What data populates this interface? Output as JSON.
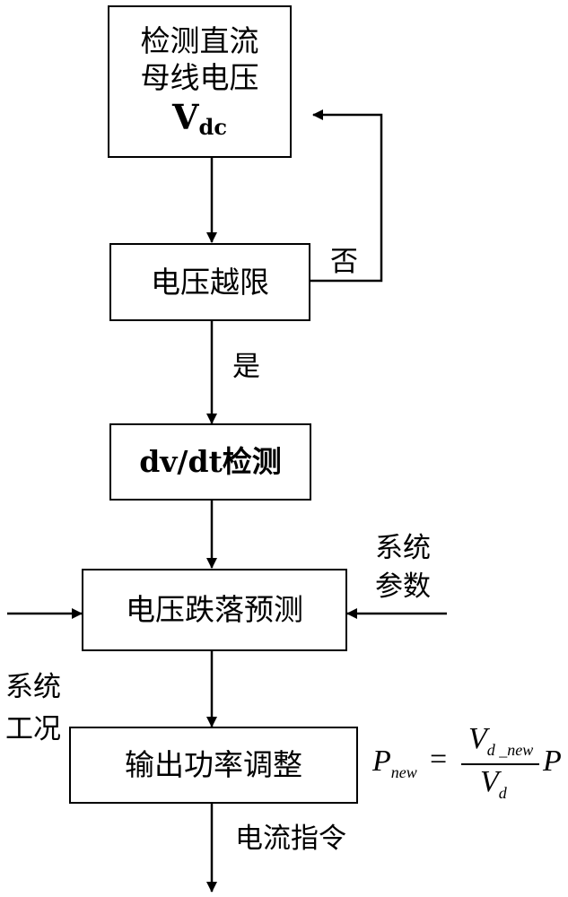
{
  "nodes": {
    "detect_vdc": {
      "line1": "检测直流",
      "line2": "母线电压",
      "var": "V",
      "var_sub": "dc"
    },
    "voltage_limit": {
      "label": "电压越限"
    },
    "dvdt": {
      "label": "dv/dt检测"
    },
    "drop_predict": {
      "label": "电压跌落预测"
    },
    "power_adjust": {
      "label": "输出功率调整"
    }
  },
  "edge_labels": {
    "no": "否",
    "yes": "是",
    "system_params_1": "系统",
    "system_params_2": "参数",
    "system_cond_1": "系统",
    "system_cond_2": "工况",
    "current_cmd": "电流指令"
  },
  "formula": {
    "lhs": "P",
    "lhs_sub": "new",
    "eq": "=",
    "num": "V",
    "num_sub": "d _new",
    "den": "V",
    "den_sub": "d",
    "rhs": "P"
  }
}
